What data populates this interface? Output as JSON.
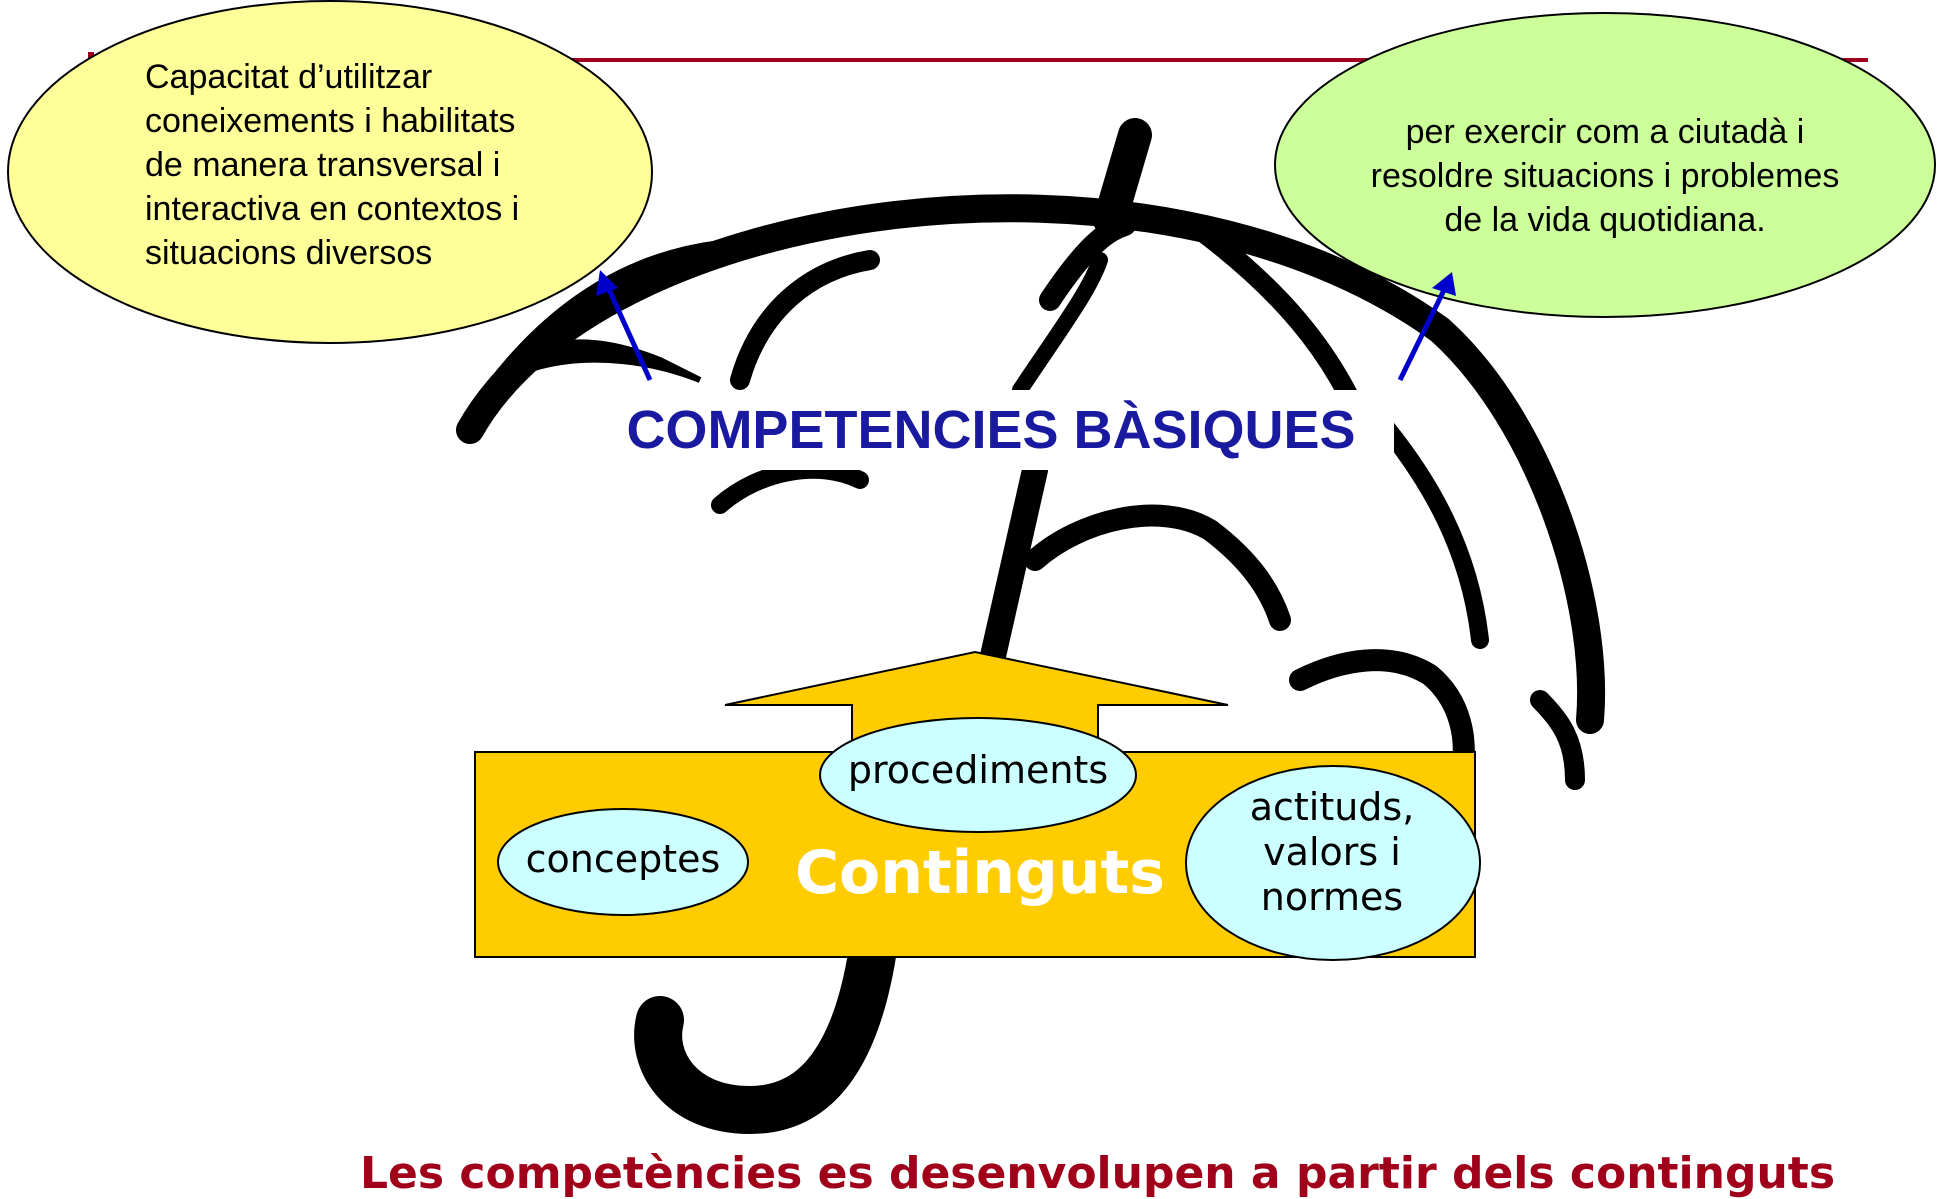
{
  "bubble_left": {
    "lines": [
      "Capacitat d’utilitzar",
      "coneixements i habilitats",
      "de manera transversal i",
      "interactiva en contextos i",
      "situacions diversos"
    ],
    "fill": "#ffff99"
  },
  "bubble_right": {
    "lines": [
      "per exercir com a ciutadà i",
      "resoldre situacions i problemes",
      "de la vida quotidiana."
    ],
    "fill": "#ccff99"
  },
  "main_title": "COMPETENCIES BÀSIQUES",
  "contents_box": {
    "title": "Continguts",
    "items": {
      "procediments": "procediments",
      "conceptes": "conceptes",
      "actituds": [
        "actituds,",
        "valors i",
        "normes"
      ]
    },
    "fill": "#ffcc00",
    "oval_fill": "#ccffff"
  },
  "footer": "Les competències es desenvolupen a partir dels continguts",
  "colors": {
    "title": "#1a1aa0",
    "arrows": "#0000cc",
    "header_rule": "#a00020",
    "umbrella": "#000000",
    "footer": "#a0001a"
  }
}
